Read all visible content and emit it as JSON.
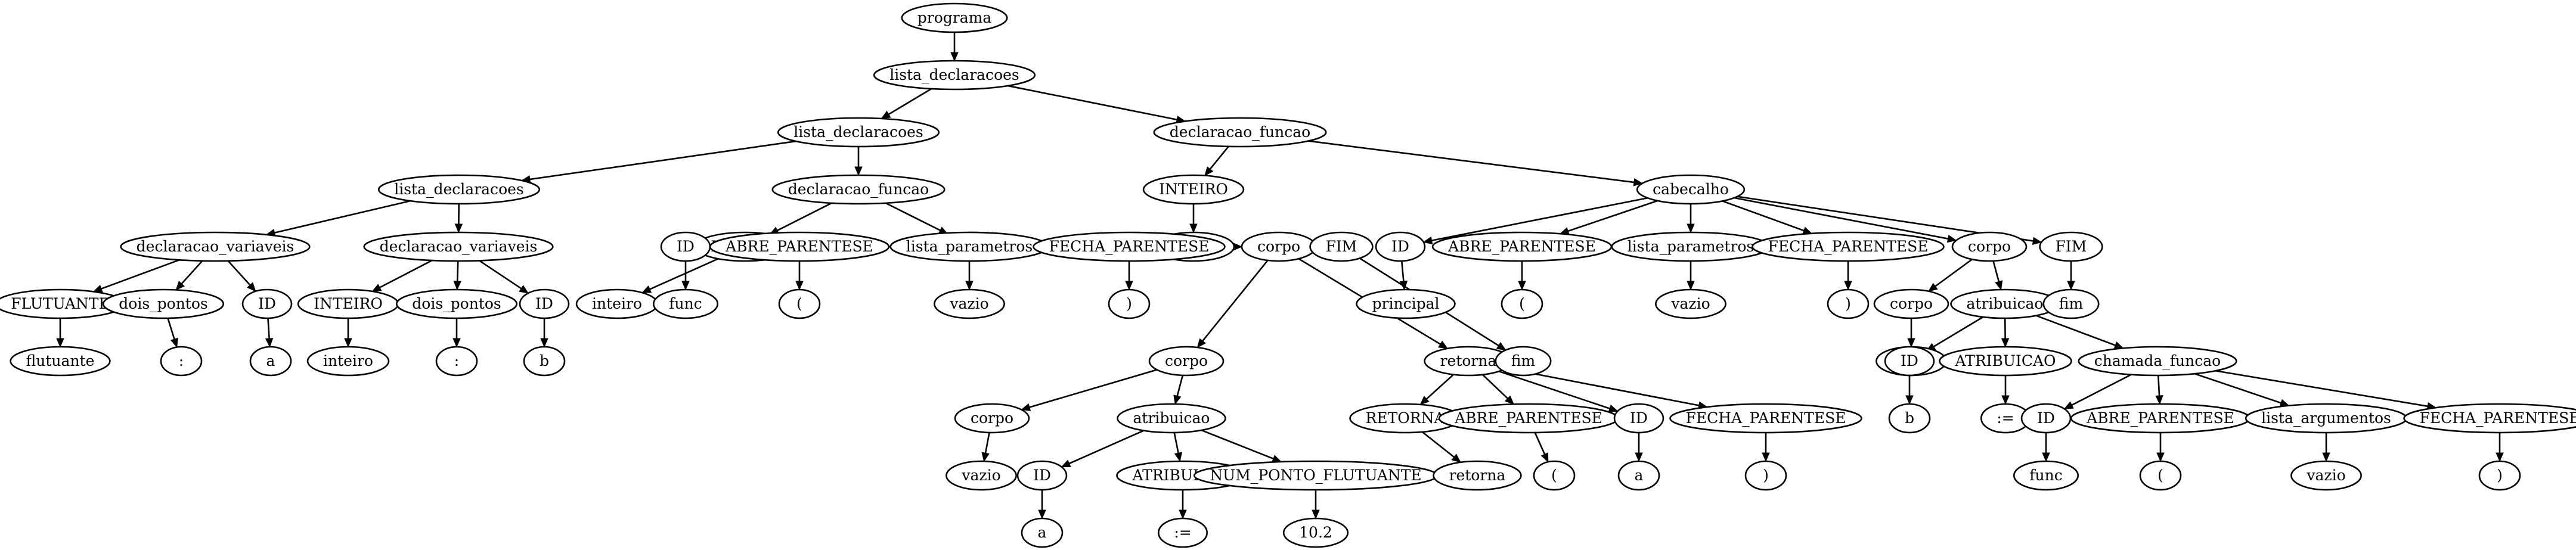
{
  "tree": {
    "nodes": [
      {
        "id": "n0",
        "label": "programa"
      },
      {
        "id": "n1",
        "label": "lista_declaracoes"
      },
      {
        "id": "n2",
        "label": "lista_declaracoes"
      },
      {
        "id": "n3",
        "label": "declaracao_funcao"
      },
      {
        "id": "n4",
        "label": "lista_declaracoes"
      },
      {
        "id": "n5",
        "label": "declaracao_funcao"
      },
      {
        "id": "n6",
        "label": "INTEIRO"
      },
      {
        "id": "n7",
        "label": "cabecalho"
      },
      {
        "id": "n8",
        "label": "declaracao_variaveis"
      },
      {
        "id": "n9",
        "label": "declaracao_variaveis"
      },
      {
        "id": "n10",
        "label": "INTEIRO"
      },
      {
        "id": "n11",
        "label": "cabecalho"
      },
      {
        "id": "n12",
        "label": "inteiro"
      },
      {
        "id": "n13",
        "label": "ID"
      },
      {
        "id": "n14",
        "label": "ABRE_PARENTESE"
      },
      {
        "id": "n15",
        "label": "lista_parametros"
      },
      {
        "id": "n16",
        "label": "FECHA_PARENTESE"
      },
      {
        "id": "n17",
        "label": "corpo"
      },
      {
        "id": "n18",
        "label": "FIM"
      },
      {
        "id": "n19",
        "label": "FLUTUANTE"
      },
      {
        "id": "n20",
        "label": "dois_pontos"
      },
      {
        "id": "n21",
        "label": "ID"
      },
      {
        "id": "n22",
        "label": "INTEIRO"
      },
      {
        "id": "n23",
        "label": "dois_pontos"
      },
      {
        "id": "n24",
        "label": "ID"
      },
      {
        "id": "n25",
        "label": "inteiro"
      },
      {
        "id": "n26",
        "label": "ID"
      },
      {
        "id": "n27",
        "label": "ABRE_PARENTESE"
      },
      {
        "id": "n28",
        "label": "lista_parametros"
      },
      {
        "id": "n29",
        "label": "FECHA_PARENTESE"
      },
      {
        "id": "n30",
        "label": "corpo"
      },
      {
        "id": "n31",
        "label": "FIM"
      },
      {
        "id": "n32",
        "label": "principal"
      },
      {
        "id": "n33",
        "label": "("
      },
      {
        "id": "n34",
        "label": "vazio"
      },
      {
        "id": "n35",
        "label": ")"
      },
      {
        "id": "n36",
        "label": "corpo"
      },
      {
        "id": "n37",
        "label": "atribuicao"
      },
      {
        "id": "n38",
        "label": "fim"
      },
      {
        "id": "n39",
        "label": "flutuante"
      },
      {
        "id": "n40",
        "label": ":"
      },
      {
        "id": "n41",
        "label": "a"
      },
      {
        "id": "n42",
        "label": "inteiro"
      },
      {
        "id": "n43",
        "label": ":"
      },
      {
        "id": "n44",
        "label": "b"
      },
      {
        "id": "n45",
        "label": "func"
      },
      {
        "id": "n46",
        "label": "("
      },
      {
        "id": "n47",
        "label": "vazio"
      },
      {
        "id": "n48",
        "label": ")"
      },
      {
        "id": "n49",
        "label": "corpo"
      },
      {
        "id": "n50",
        "label": "retorna"
      },
      {
        "id": "n51",
        "label": "fim"
      },
      {
        "id": "n52",
        "label": "vazio"
      },
      {
        "id": "n53",
        "label": "ID"
      },
      {
        "id": "n54",
        "label": "ATRIBUICAO"
      },
      {
        "id": "n55",
        "label": "chamada_funcao"
      },
      {
        "id": "n56",
        "label": "corpo"
      },
      {
        "id": "n57",
        "label": "atribuicao"
      },
      {
        "id": "n58",
        "label": "RETORNA"
      },
      {
        "id": "n59",
        "label": "ABRE_PARENTESE"
      },
      {
        "id": "n60",
        "label": "ID"
      },
      {
        "id": "n61",
        "label": "FECHA_PARENTESE"
      },
      {
        "id": "n62",
        "label": "b"
      },
      {
        "id": "n63",
        "label": ":="
      },
      {
        "id": "n64",
        "label": "ID"
      },
      {
        "id": "n65",
        "label": "ABRE_PARENTESE"
      },
      {
        "id": "n66",
        "label": "lista_argumentos"
      },
      {
        "id": "n67",
        "label": "FECHA_PARENTESE"
      },
      {
        "id": "n68",
        "label": "vazio"
      },
      {
        "id": "n69",
        "label": "ID"
      },
      {
        "id": "n70",
        "label": "ATRIBUICAO"
      },
      {
        "id": "n71",
        "label": "NUM_PONTO_FLUTUANTE"
      },
      {
        "id": "n72",
        "label": "retorna"
      },
      {
        "id": "n73",
        "label": "("
      },
      {
        "id": "n74",
        "label": "a"
      },
      {
        "id": "n75",
        "label": ")"
      },
      {
        "id": "n76",
        "label": "func"
      },
      {
        "id": "n77",
        "label": "("
      },
      {
        "id": "n78",
        "label": "vazio"
      },
      {
        "id": "n79",
        "label": ")"
      },
      {
        "id": "n80",
        "label": "a"
      },
      {
        "id": "n81",
        "label": ":="
      },
      {
        "id": "n82",
        "label": "10.2"
      }
    ],
    "edges": [
      [
        "n0",
        "n1"
      ],
      [
        "n1",
        "n2"
      ],
      [
        "n1",
        "n3"
      ],
      [
        "n2",
        "n4"
      ],
      [
        "n2",
        "n5"
      ],
      [
        "n3",
        "n6"
      ],
      [
        "n3",
        "n7"
      ],
      [
        "n4",
        "n8"
      ],
      [
        "n4",
        "n9"
      ],
      [
        "n5",
        "n10"
      ],
      [
        "n5",
        "n11"
      ],
      [
        "n6",
        "n12"
      ],
      [
        "n7",
        "n13"
      ],
      [
        "n7",
        "n14"
      ],
      [
        "n7",
        "n15"
      ],
      [
        "n7",
        "n16"
      ],
      [
        "n7",
        "n17"
      ],
      [
        "n7",
        "n18"
      ],
      [
        "n8",
        "n19"
      ],
      [
        "n8",
        "n20"
      ],
      [
        "n8",
        "n21"
      ],
      [
        "n9",
        "n22"
      ],
      [
        "n9",
        "n23"
      ],
      [
        "n9",
        "n24"
      ],
      [
        "n10",
        "n25"
      ],
      [
        "n11",
        "n26"
      ],
      [
        "n11",
        "n27"
      ],
      [
        "n11",
        "n28"
      ],
      [
        "n11",
        "n29"
      ],
      [
        "n11",
        "n30"
      ],
      [
        "n11",
        "n31"
      ],
      [
        "n13",
        "n32"
      ],
      [
        "n14",
        "n33"
      ],
      [
        "n15",
        "n34"
      ],
      [
        "n16",
        "n35"
      ],
      [
        "n17",
        "n36"
      ],
      [
        "n17",
        "n37"
      ],
      [
        "n18",
        "n38"
      ],
      [
        "n19",
        "n39"
      ],
      [
        "n20",
        "n40"
      ],
      [
        "n21",
        "n41"
      ],
      [
        "n22",
        "n42"
      ],
      [
        "n23",
        "n43"
      ],
      [
        "n24",
        "n44"
      ],
      [
        "n26",
        "n45"
      ],
      [
        "n27",
        "n46"
      ],
      [
        "n28",
        "n47"
      ],
      [
        "n29",
        "n48"
      ],
      [
        "n30",
        "n49"
      ],
      [
        "n30",
        "n50"
      ],
      [
        "n31",
        "n51"
      ],
      [
        "n36",
        "n52"
      ],
      [
        "n37",
        "n53"
      ],
      [
        "n37",
        "n54"
      ],
      [
        "n37",
        "n55"
      ],
      [
        "n49",
        "n56"
      ],
      [
        "n49",
        "n57"
      ],
      [
        "n50",
        "n58"
      ],
      [
        "n50",
        "n59"
      ],
      [
        "n50",
        "n60"
      ],
      [
        "n50",
        "n61"
      ],
      [
        "n53",
        "n62"
      ],
      [
        "n54",
        "n63"
      ],
      [
        "n55",
        "n64"
      ],
      [
        "n55",
        "n65"
      ],
      [
        "n55",
        "n66"
      ],
      [
        "n55",
        "n67"
      ],
      [
        "n56",
        "n68"
      ],
      [
        "n57",
        "n69"
      ],
      [
        "n57",
        "n70"
      ],
      [
        "n57",
        "n71"
      ],
      [
        "n58",
        "n72"
      ],
      [
        "n59",
        "n73"
      ],
      [
        "n60",
        "n74"
      ],
      [
        "n61",
        "n75"
      ],
      [
        "n64",
        "n76"
      ],
      [
        "n65",
        "n77"
      ],
      [
        "n66",
        "n78"
      ],
      [
        "n67",
        "n79"
      ],
      [
        "n69",
        "n80"
      ],
      [
        "n70",
        "n81"
      ],
      [
        "n71",
        "n82"
      ]
    ]
  }
}
